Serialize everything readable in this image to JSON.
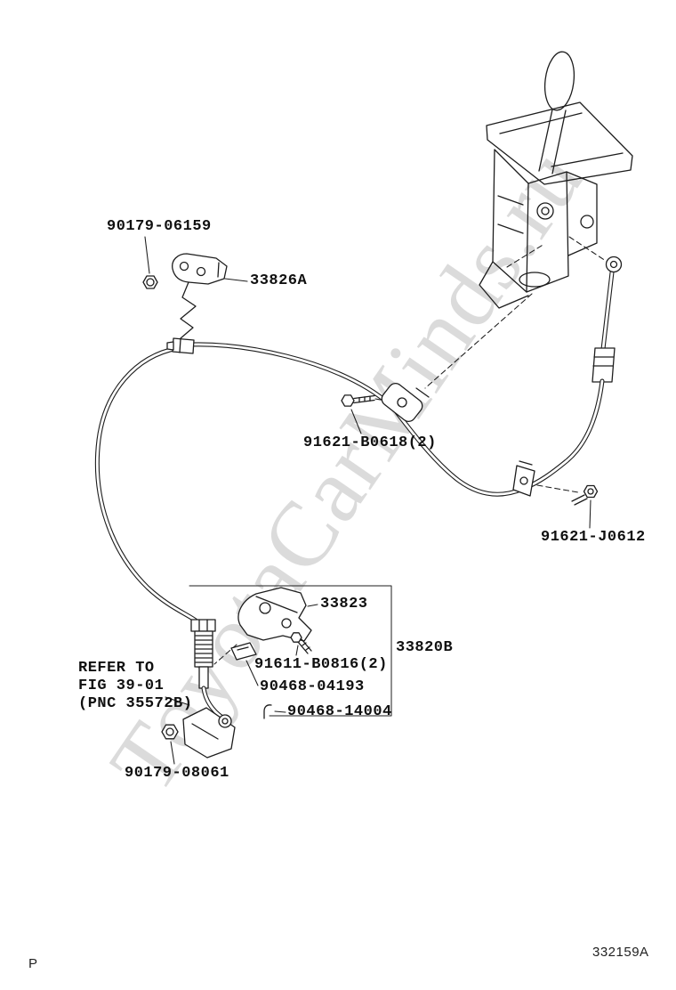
{
  "watermark": {
    "text": "ToyotaCarMinds.ru"
  },
  "footer": {
    "page_letter": "P",
    "figure_code": "332159A"
  },
  "parts": {
    "nut_upper": "90179-06159",
    "bracket_upper": "33826A",
    "bolt_center": "91621-B0618(2)",
    "bolt_right": "91621-J0612",
    "lever": "33823",
    "cable_assembly": "33820B",
    "bolt_lever": "91611-B0816(2)",
    "clip": "90468-04193",
    "pin": "90468-14004",
    "nut_lower": "90179-08061"
  },
  "notes": {
    "refer_line1": "REFER TO",
    "refer_line2": "FIG 39-01",
    "refer_line3": "(PNC 35572B)"
  }
}
